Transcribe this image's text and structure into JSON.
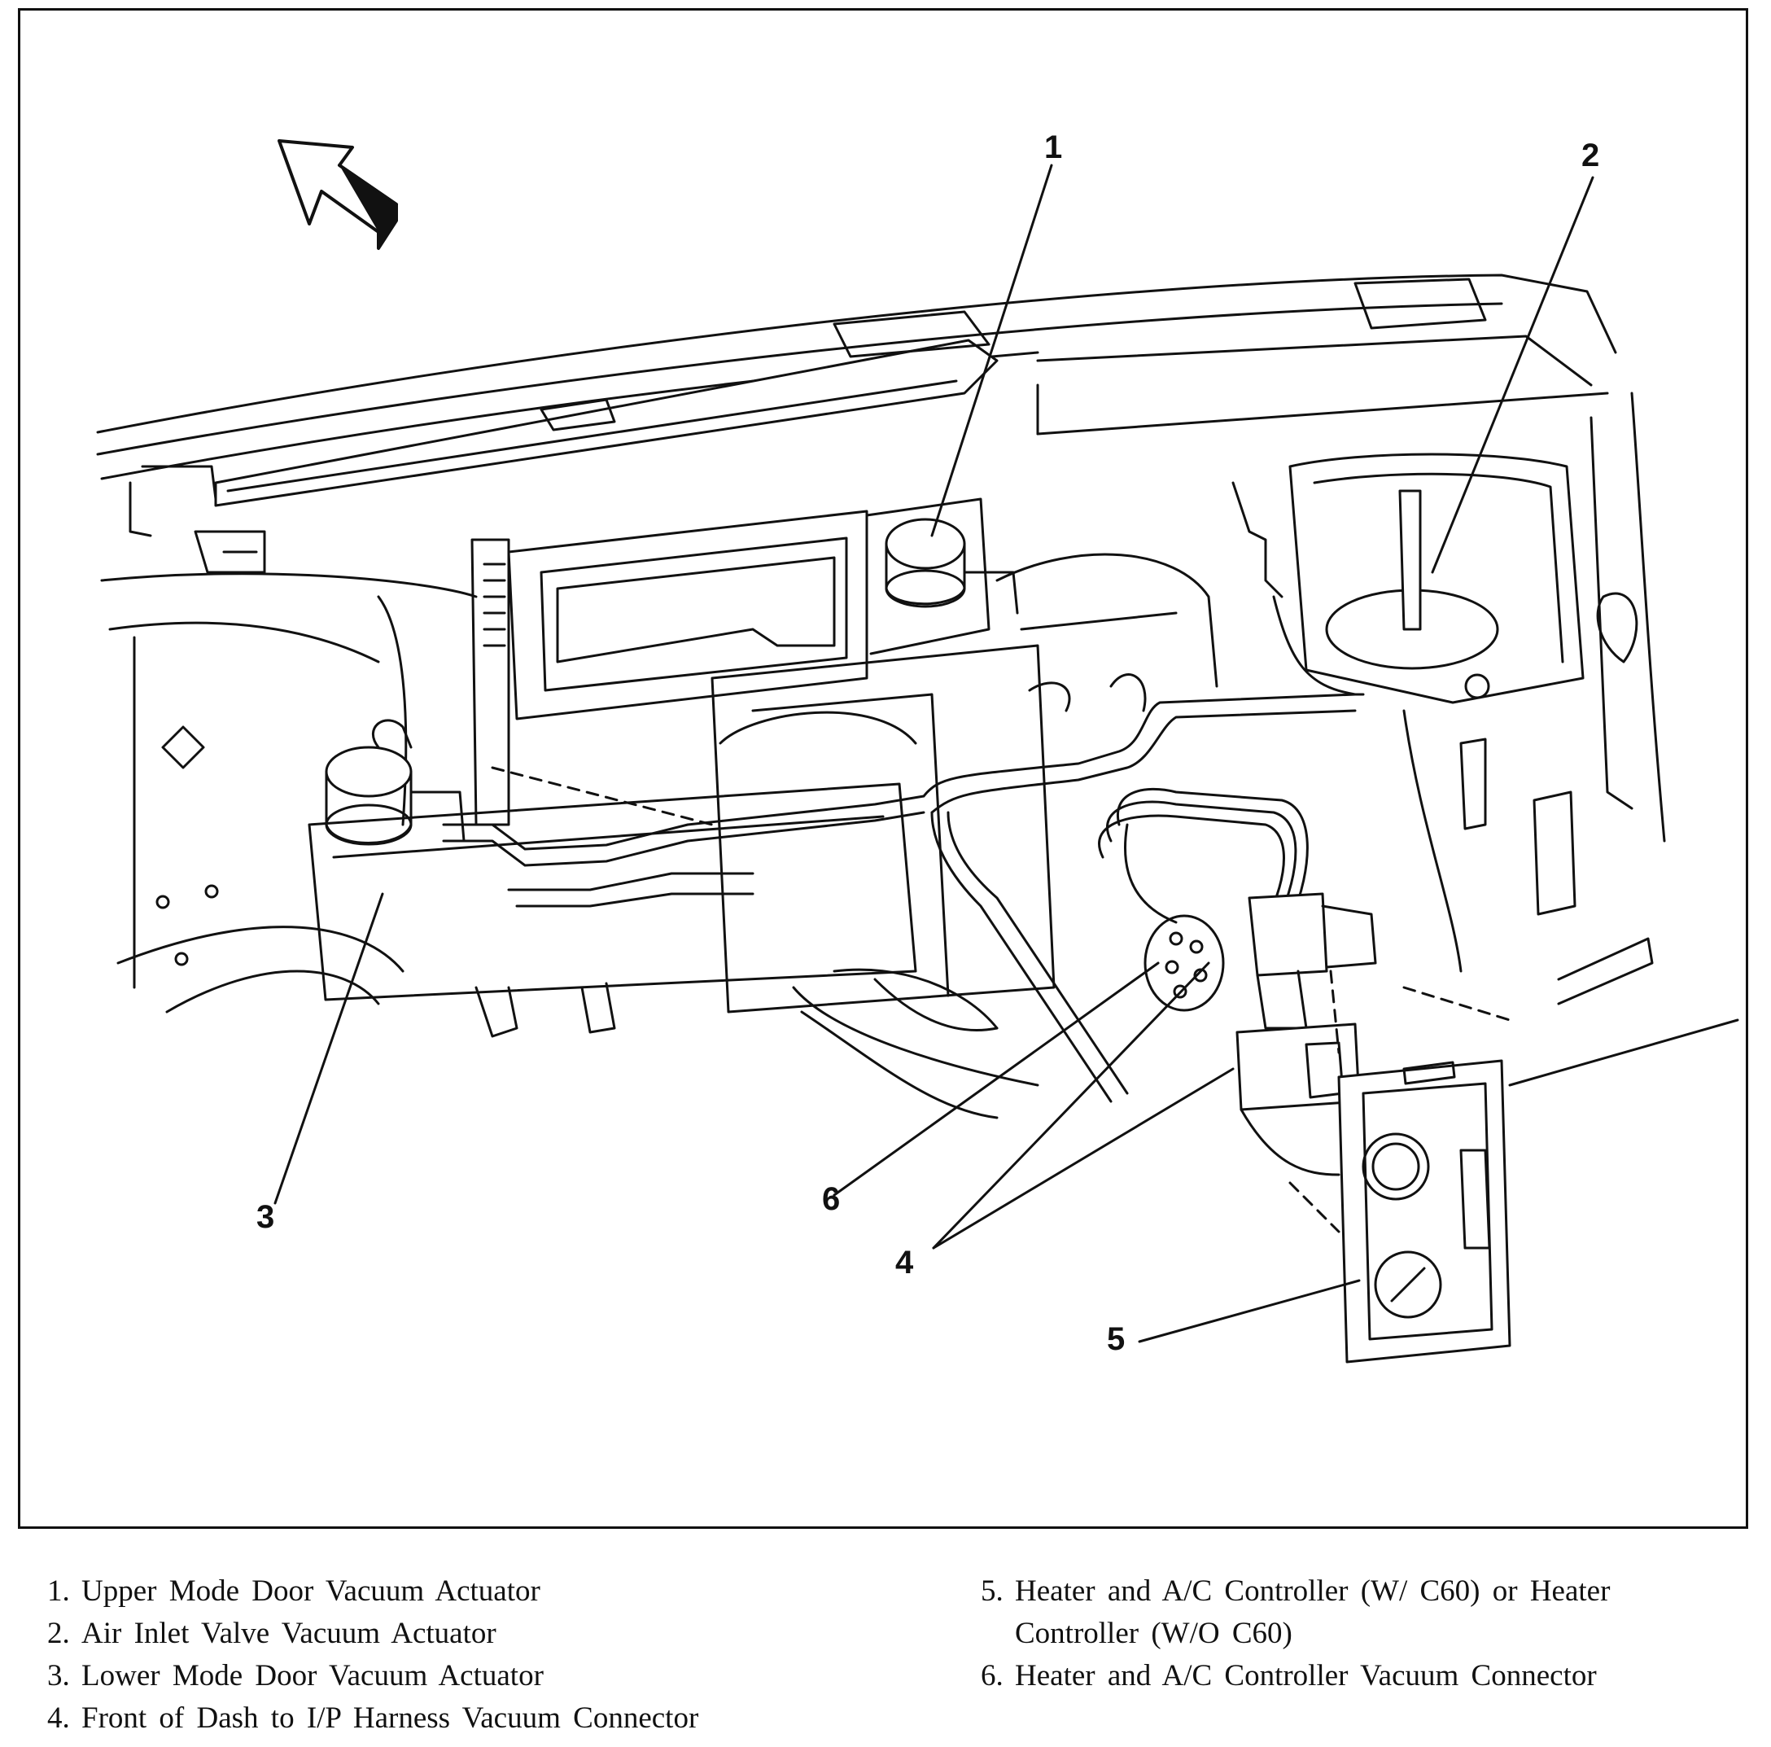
{
  "figure": {
    "callouts": [
      "1",
      "2",
      "3",
      "4",
      "5",
      "6"
    ]
  },
  "legend": {
    "items": [
      {
        "num": "1.",
        "text": "Upper Mode Door Vacuum Actuator"
      },
      {
        "num": "2.",
        "text": "Air Inlet Valve Vacuum Actuator"
      },
      {
        "num": "3.",
        "text": "Lower Mode Door Vacuum Actuator"
      },
      {
        "num": "4.",
        "text": "Front of Dash to I/P Harness Vacuum Connector"
      },
      {
        "num": "5.",
        "text": "Heater and A/C Controller (W/ C60) or Heater",
        "cont": "Controller (W/O C60)"
      },
      {
        "num": "6.",
        "text": "Heater and A/C Controller Vacuum Connector"
      }
    ]
  }
}
